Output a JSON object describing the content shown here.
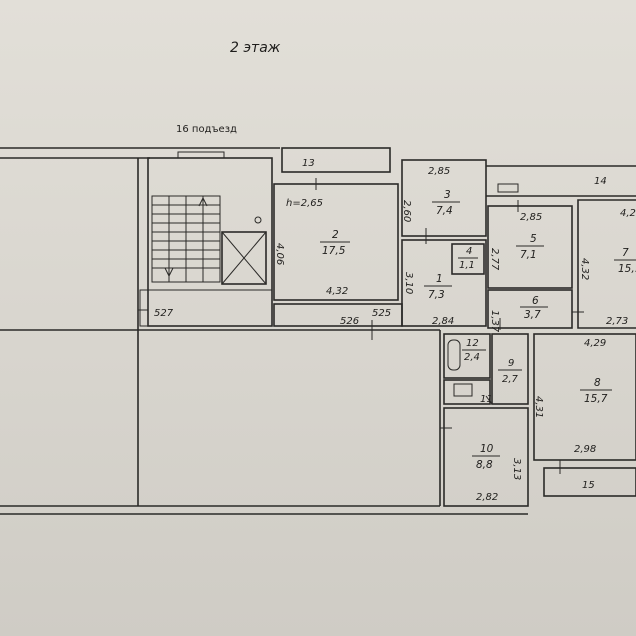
{
  "floor_title": "2 этаж",
  "entrance_label": "16 подъезд",
  "ceiling_height": "h=2,65",
  "balcony_numbers": {
    "b13": "13",
    "b14": "14",
    "b15": "15"
  },
  "rooms": {
    "r1": {
      "number": "1",
      "area": "7,3"
    },
    "r2": {
      "number": "2",
      "area": "17,5"
    },
    "r3": {
      "number": "3",
      "area": "7,4"
    },
    "r4": {
      "number": "4",
      "area": "1,1"
    },
    "r5": {
      "number": "5",
      "area": "7,1"
    },
    "r6": {
      "number": "6",
      "area": "3,7"
    },
    "r7": {
      "number": "7",
      "area": "15,…"
    },
    "r8": {
      "number": "8",
      "area": "15,7"
    },
    "r9": {
      "number": "9",
      "area": "2,7"
    },
    "r10": {
      "number": "10",
      "area": "8,8"
    },
    "r11": {
      "number": "11",
      "area": ""
    },
    "r12": {
      "number": "12",
      "area": "2,4"
    }
  },
  "dimensions": {
    "d527": "527",
    "d526": "526",
    "d525": "525",
    "d406": "4,06",
    "d432a": "4,32",
    "d310": "3,10",
    "d284": "2,84",
    "d285a": "2,85",
    "d260": "2,60",
    "d285b": "2,85",
    "d277": "2,77",
    "d137": "1,37",
    "d432b": "4,32",
    "d273": "2,73",
    "d42": "4,2",
    "d429": "4,29",
    "d431": "4,31",
    "d298": "2,98",
    "d313": "3,13",
    "d282": "2,82"
  }
}
